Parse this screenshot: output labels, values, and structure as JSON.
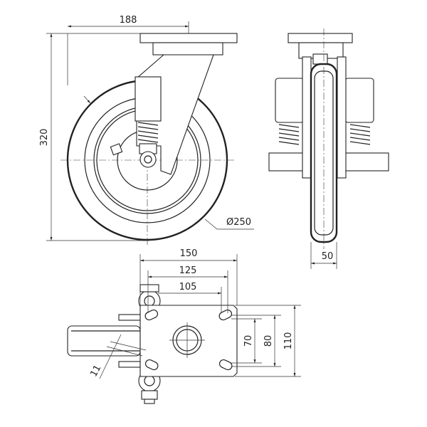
{
  "title": "Swivel spring-loaded caster technical drawing",
  "side_view": {
    "offset_label": "188",
    "height_label": "320",
    "diameter_label": "Ø250"
  },
  "front_view": {
    "width_label": "50"
  },
  "bottom_view": {
    "plate_width_label": "150",
    "hole_spacing_outer_label": "125",
    "hole_spacing_inner_label": "105",
    "hole_spacing_vertical_inner_label": "70",
    "hole_spacing_vertical_outer_label": "80",
    "plate_height_label": "110",
    "hole_diameter_label": "11"
  }
}
